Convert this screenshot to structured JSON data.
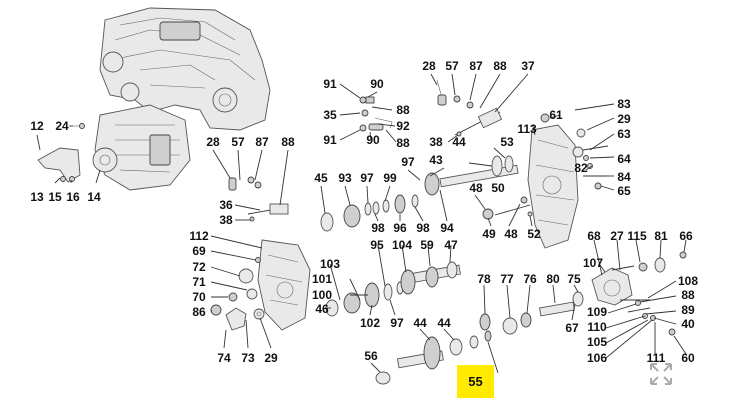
{
  "highlight": {
    "label": "55",
    "color": "#ffea00"
  },
  "expand_icon": "expand-arrows-icon",
  "labels": [
    "12",
    "24",
    "13",
    "15",
    "16",
    "14",
    "28",
    "57",
    "87",
    "88",
    "36",
    "38",
    "112",
    "69",
    "72",
    "71",
    "70",
    "86",
    "74",
    "73",
    "29",
    "91",
    "90",
    "35",
    "88",
    "92",
    "91",
    "90",
    "88",
    "28",
    "57",
    "87",
    "88",
    "37",
    "38",
    "113",
    "61",
    "83",
    "29",
    "63",
    "64",
    "82",
    "84",
    "65",
    "45",
    "93",
    "97",
    "99",
    "98",
    "96",
    "98",
    "94",
    "97",
    "43",
    "44",
    "53",
    "48",
    "50",
    "49",
    "48",
    "52",
    "103",
    "101",
    "100",
    "46",
    "102",
    "97",
    "95",
    "104",
    "59",
    "47",
    "78",
    "77",
    "76",
    "80",
    "75",
    "67",
    "68",
    "27",
    "115",
    "81",
    "66",
    "107",
    "108",
    "88",
    "109",
    "89",
    "110",
    "40",
    "105",
    "106",
    "111",
    "60",
    "44",
    "44",
    "56"
  ]
}
